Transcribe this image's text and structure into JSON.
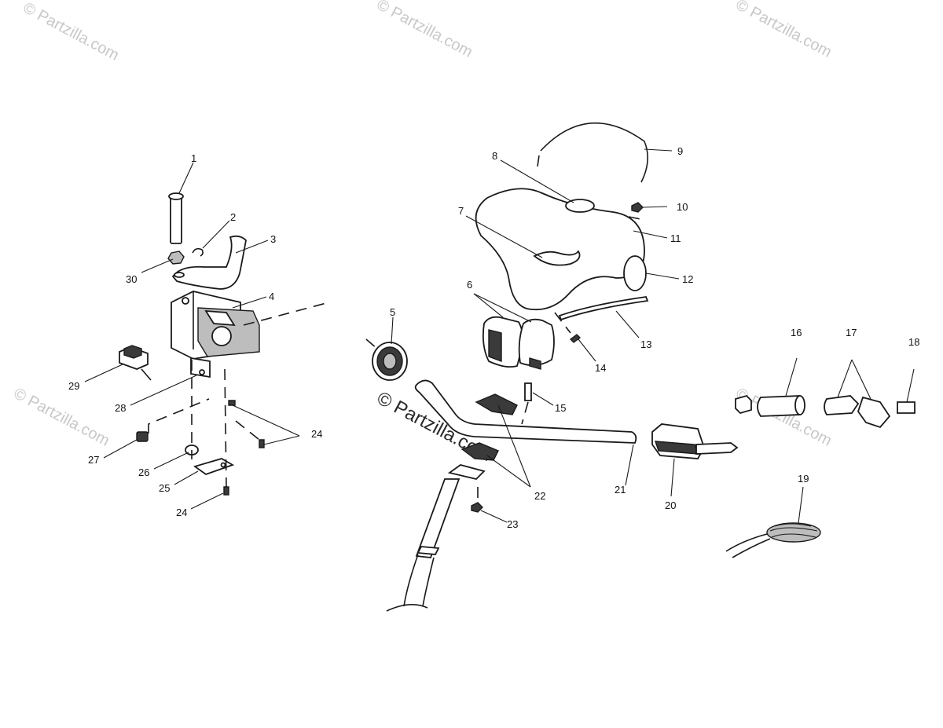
{
  "watermarks": {
    "repeated": "© Partzilla.com",
    "center": "© Partzilla.com"
  },
  "callouts": {
    "c1": "1",
    "c2": "2",
    "c3": "3",
    "c4": "4",
    "c5": "5",
    "c6": "6",
    "c7": "7",
    "c8": "8",
    "c9": "9",
    "c10": "10",
    "c11": "11",
    "c12": "12",
    "c13": "13",
    "c14": "14",
    "c15": "15",
    "c16": "16",
    "c17": "17",
    "c18": "18",
    "c19": "19",
    "c20": "20",
    "c21": "21",
    "c22": "22",
    "c23": "23",
    "c24a": "24",
    "c24b": "24",
    "c25": "25",
    "c26": "26",
    "c27": "27",
    "c28": "28",
    "c29": "29",
    "c30": "30"
  }
}
